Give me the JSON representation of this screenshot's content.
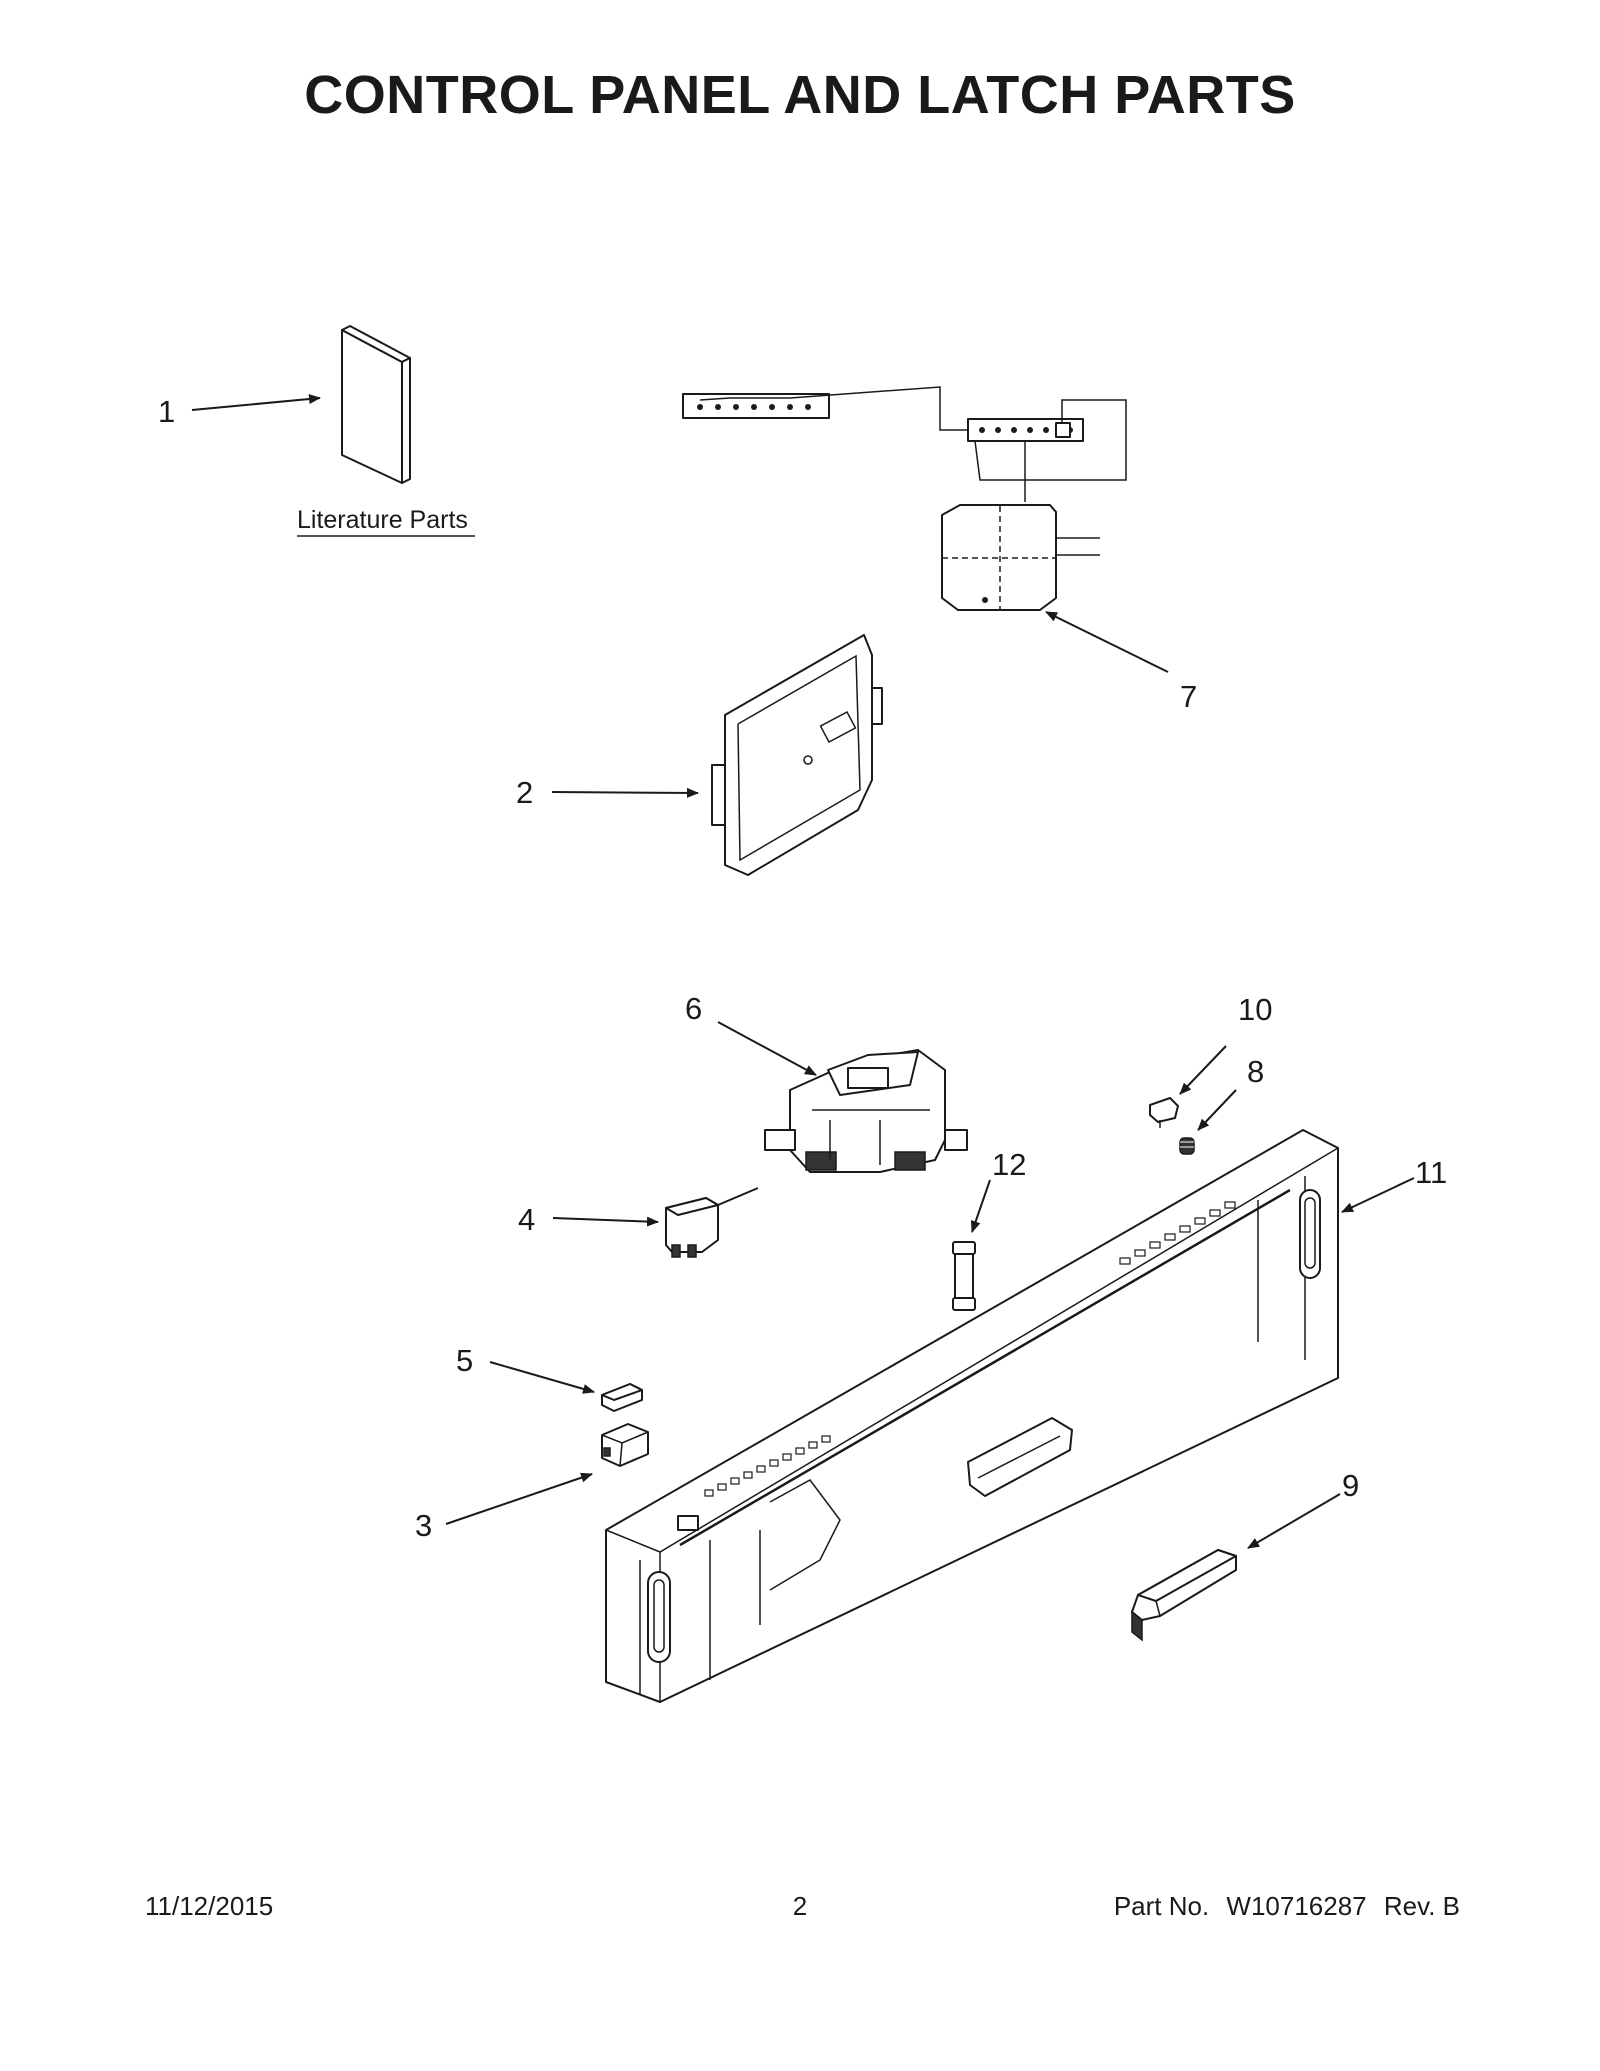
{
  "page_title": "CONTROL PANEL AND LATCH PARTS",
  "literature_label": "Literature Parts",
  "callouts": {
    "c1": "1",
    "c2": "2",
    "c3": "3",
    "c4": "4",
    "c5": "5",
    "c6": "6",
    "c7": "7",
    "c8": "8",
    "c9": "9",
    "c10": "10",
    "c11": "11",
    "c12": "12"
  },
  "footer": {
    "date": "11/12/2015",
    "page": "2",
    "part_label": "Part No.",
    "part_number": "W10716287",
    "revision": "Rev.  B"
  }
}
